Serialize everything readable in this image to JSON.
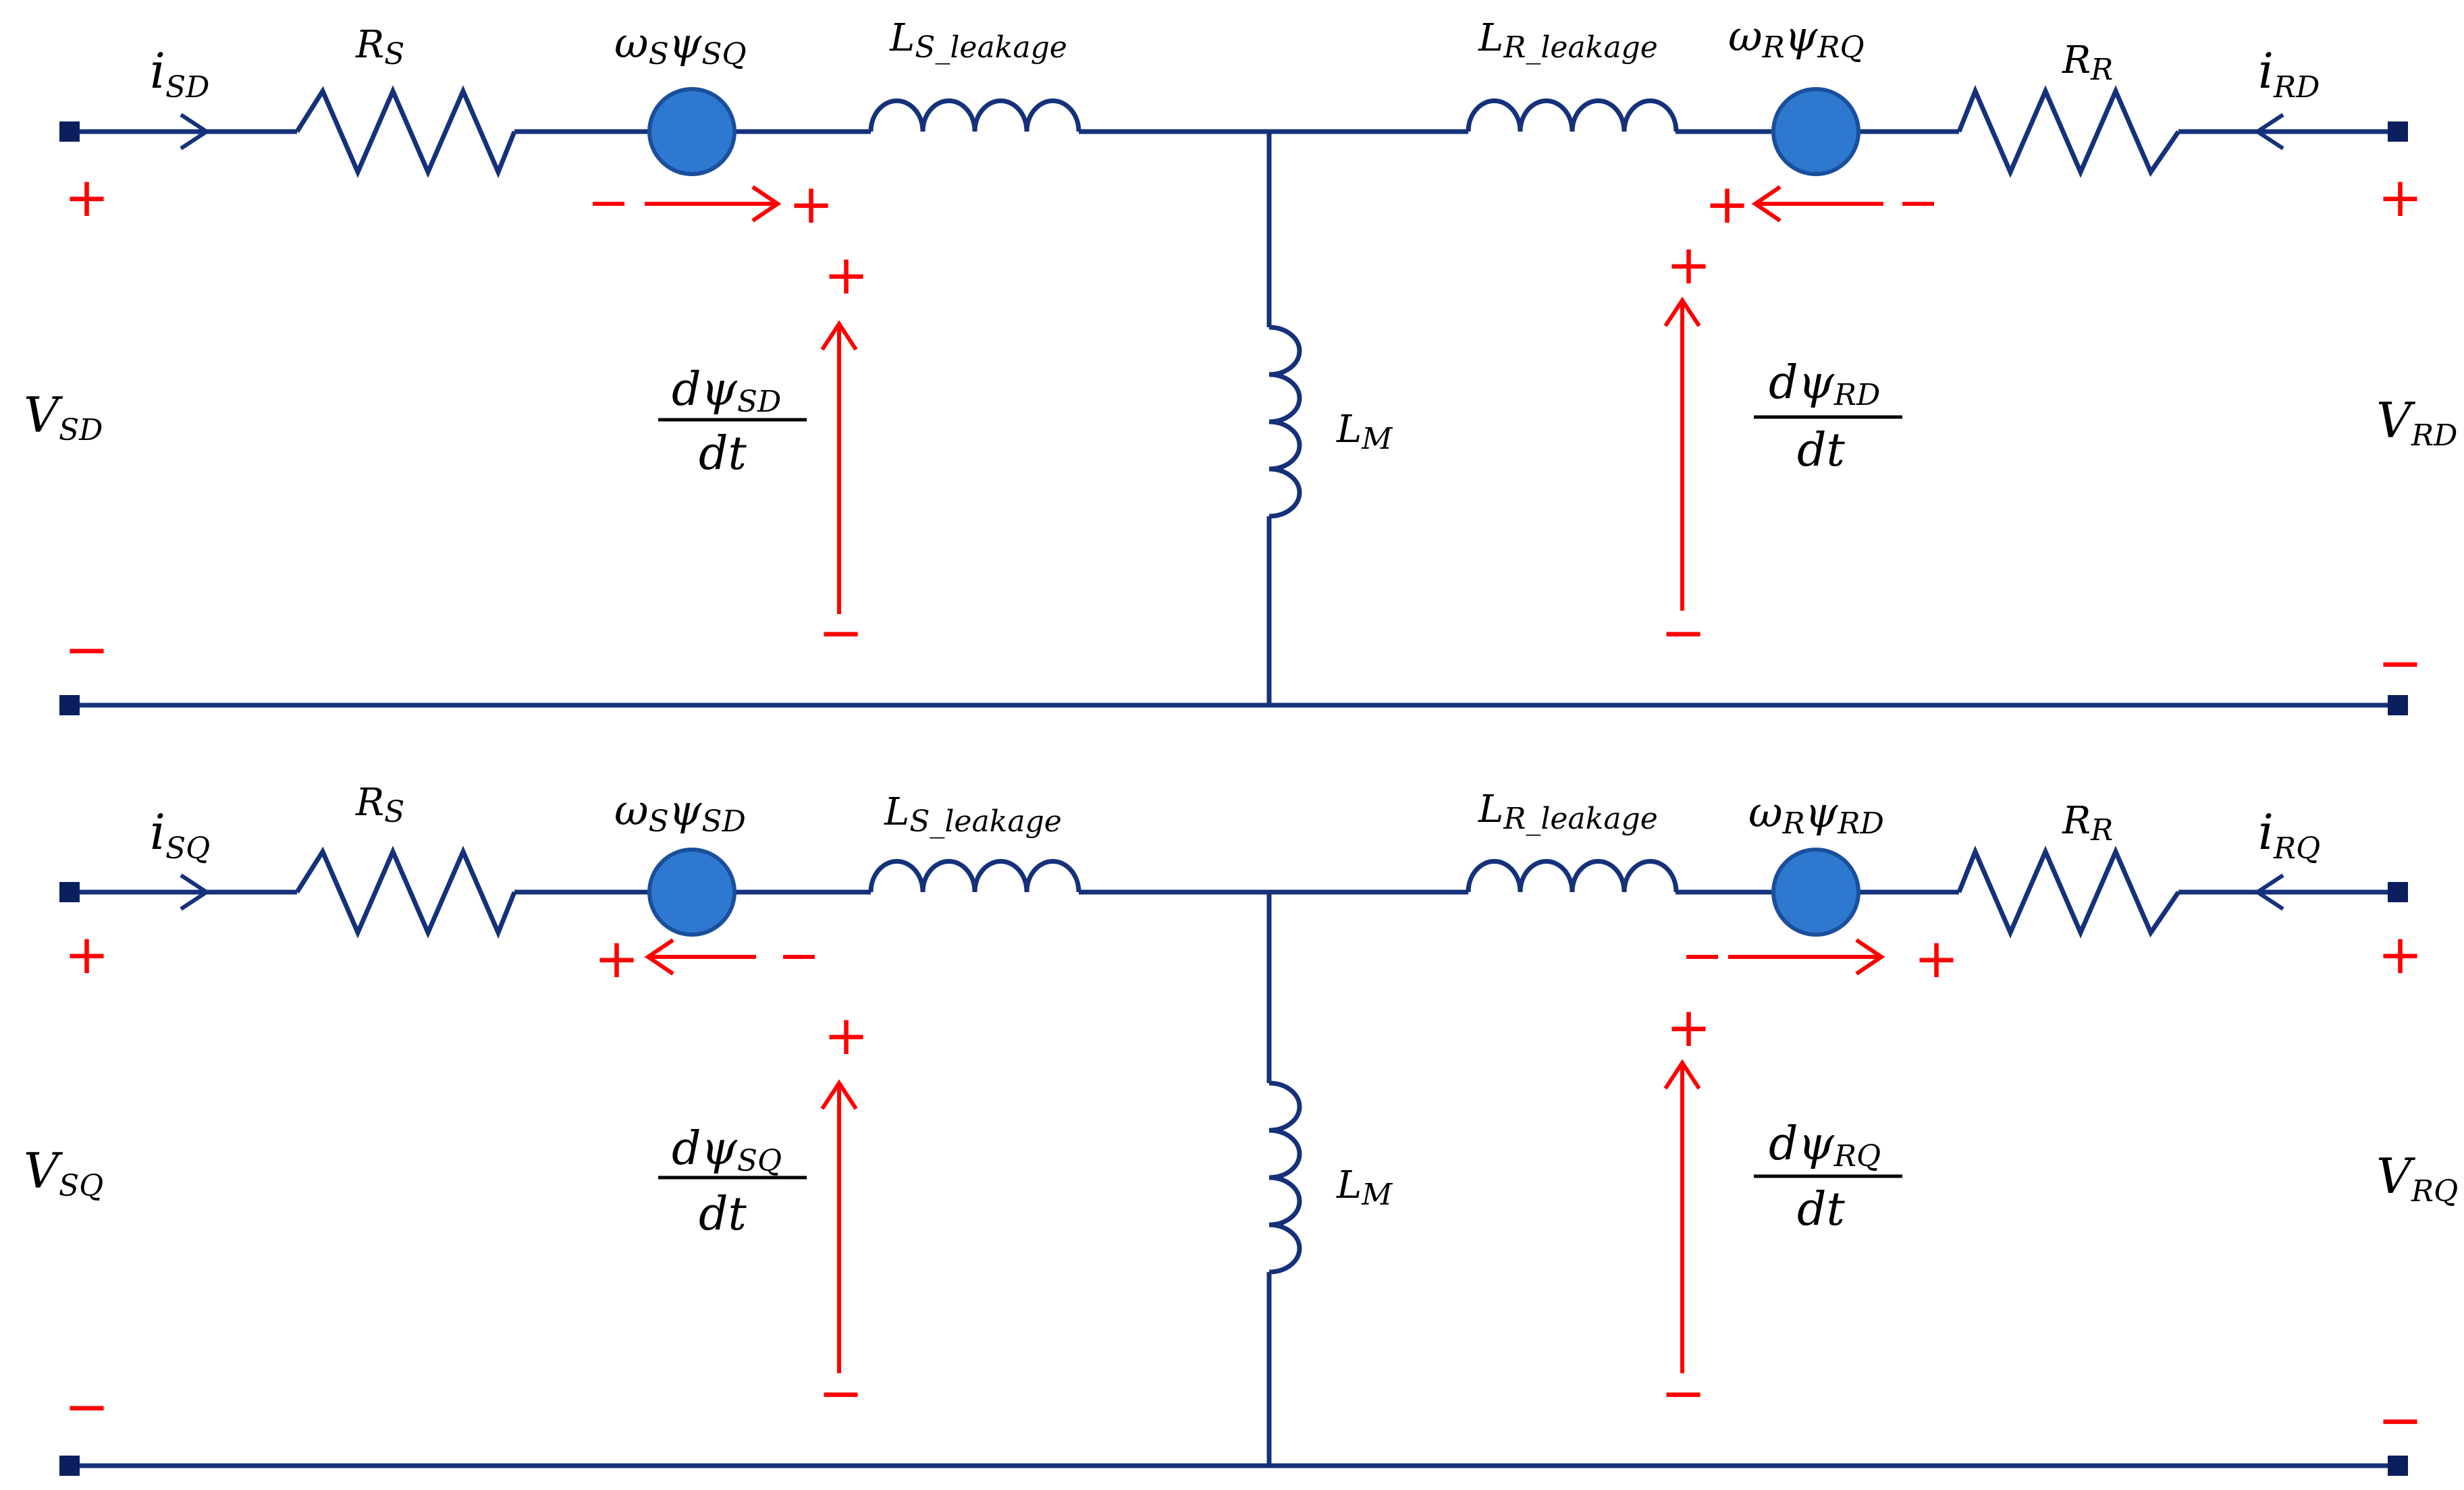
{
  "colors": {
    "wire": "#15317a",
    "source_fill": "#2f78d0",
    "source_stroke": "#1a4f9c",
    "annotation": "#ff0000",
    "text": "#000000"
  },
  "d_axis": {
    "i_in": {
      "base": "i",
      "sub": "SD"
    },
    "r_s": {
      "base": "R",
      "sub": "S"
    },
    "src_s": {
      "base": "ω",
      "sub1": "S",
      "mid": "ψ",
      "sub2": "SQ"
    },
    "l_s": {
      "base": "L",
      "sub": "S_leakage"
    },
    "l_m": {
      "base": "L",
      "sub": "M"
    },
    "l_r": {
      "base": "L",
      "sub": "R_leakage"
    },
    "src_r": {
      "base": "ω",
      "sub1": "R",
      "mid": "ψ",
      "sub2": "RQ"
    },
    "r_r": {
      "base": "R",
      "sub": "R"
    },
    "i_out": {
      "base": "i",
      "sub": "RD"
    },
    "v_left": {
      "base": "V",
      "sub": "SD"
    },
    "v_right": {
      "base": "V",
      "sub": "RD"
    },
    "dpsi_s": {
      "num": "dψ",
      "sub": "SD",
      "den": "dt"
    },
    "dpsi_r": {
      "num": "dψ",
      "sub": "RD",
      "den": "dt"
    }
  },
  "q_axis": {
    "i_in": {
      "base": "i",
      "sub": "SQ"
    },
    "r_s": {
      "base": "R",
      "sub": "S"
    },
    "src_s": {
      "base": "ω",
      "sub1": "S",
      "mid": "ψ",
      "sub2": "SD"
    },
    "l_s": {
      "base": "L",
      "sub": "S_leakage"
    },
    "l_m": {
      "base": "L",
      "sub": "M"
    },
    "l_r": {
      "base": "L",
      "sub": "R_leakage"
    },
    "src_r": {
      "base": "ω",
      "sub1": "R",
      "mid": "ψ",
      "sub2": "RD"
    },
    "r_r": {
      "base": "R",
      "sub": "R"
    },
    "i_out": {
      "base": "i",
      "sub": "RQ"
    },
    "v_left": {
      "base": "V",
      "sub": "SQ"
    },
    "v_right": {
      "base": "V",
      "sub": "RQ"
    },
    "dpsi_s": {
      "num": "dψ",
      "sub": "SQ",
      "den": "dt"
    },
    "dpsi_r": {
      "num": "dψ",
      "sub": "RQ",
      "den": "dt"
    }
  },
  "signs": {
    "plus": "+",
    "minus": "−"
  }
}
